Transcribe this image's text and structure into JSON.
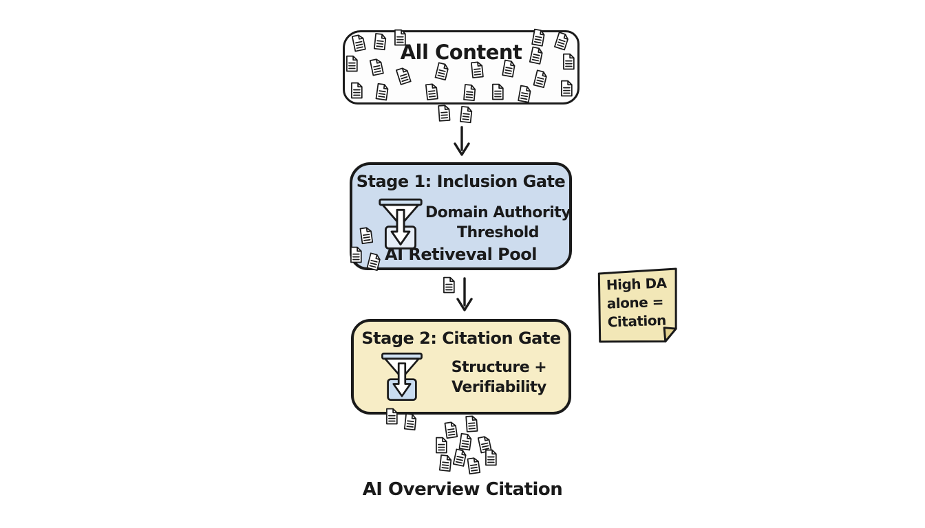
{
  "diagram": {
    "all_content": {
      "title": "All Content"
    },
    "stage1": {
      "title": "Stage 1: Inclusion Gate",
      "criteria_line1": "Domain Authority",
      "criteria_line2": "Threshold",
      "output_label": "AI Retiveval Pool"
    },
    "stage2": {
      "title": "Stage 2: Citation Gate",
      "criteria_line1": "Structure +",
      "criteria_line2": "Verifiability"
    },
    "sticky_note": {
      "line1": "High DA",
      "line2": "alone =",
      "line3": "Citation"
    },
    "final_label": "AI Overview Citation",
    "icons": {
      "document": "document-icon",
      "funnel": "funnel-icon",
      "down_arrow": "arrow-down-icon"
    },
    "colors": {
      "ink": "#1a1a1a",
      "background": "#ffffff",
      "stage1_fill": "#cddcee",
      "stage2_fill": "#f7edc6",
      "sticky_fill": "#f2e7b7",
      "funnel_bar_fill": "#cfe1f2",
      "funnel_box_stage2_fill": "#c9dcf0"
    }
  }
}
